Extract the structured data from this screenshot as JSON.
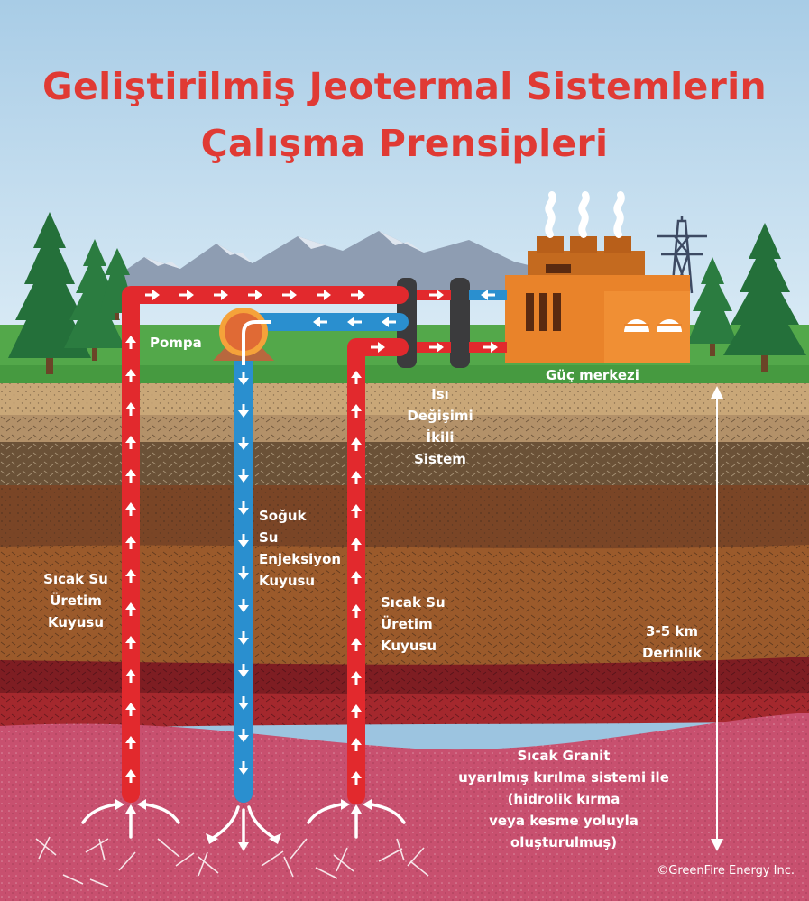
{
  "title": {
    "line1": "Geliştirilmiş Jeotermal Sistemlerin",
    "line2": "Çalışma Prensipleri"
  },
  "labels": {
    "pump": "Pompa",
    "power_plant": "Güç merkezi",
    "heat_exchange": [
      "Isı",
      "Değişimi",
      "İkili",
      "Sistem"
    ],
    "cold_injection_well": [
      "Soğuk",
      "Su",
      "Enjeksiyon",
      "Kuyusu"
    ],
    "hot_production_well_left": [
      "Sıcak Su",
      "Üretim",
      "Kuyusu"
    ],
    "hot_production_well_right": [
      "Sıcak Su",
      "Üretim",
      "Kuyusu"
    ],
    "depth": [
      "3-5 km",
      "Derinlik"
    ],
    "hot_granite": [
      "Sıcak Granit",
      "uyarılmış kırılma sistemi ile",
      "(hidrolik kırma",
      "veya kesme yoluyla",
      "oluşturulmuş)"
    ]
  },
  "credit": "©GreenFire Energy Inc.",
  "colors": {
    "title": "#e03a34",
    "hot_pipe": "#e2292d",
    "cold_pipe": "#2a8fcf",
    "plant": "#e9832a",
    "granite": "#c8506f",
    "sky": "#9cc4e0"
  },
  "icons": {
    "pump": "pump-icon",
    "power_plant": "power-plant-icon",
    "pylon": "transmission-tower-icon",
    "tree": "pine-tree-icon",
    "heat_exchanger": "heat-exchanger-icon"
  }
}
